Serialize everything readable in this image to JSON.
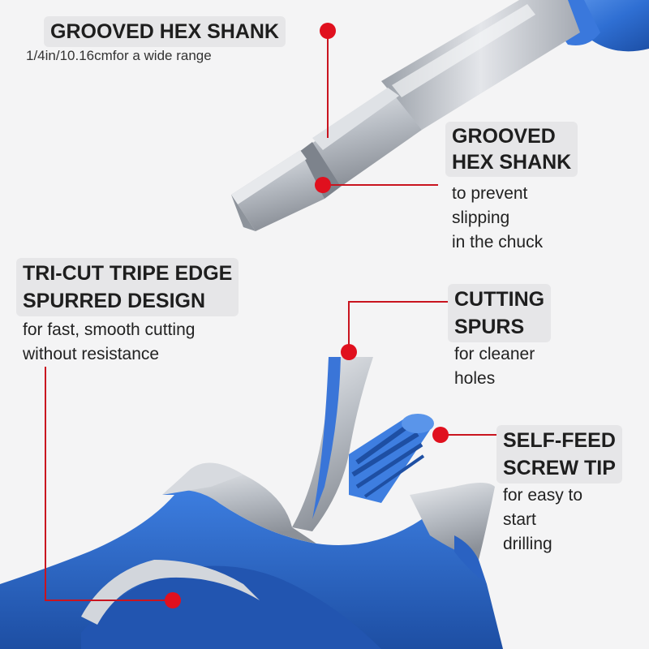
{
  "colors": {
    "background": "#f4f4f5",
    "label_bg": "#e6e6e8",
    "accent_red": "#e0101e",
    "bit_blue": "#2f6fd3",
    "steel": "#c8ccd2"
  },
  "callouts": {
    "hex_shank_top": {
      "title": "GROOVED HEX SHANK",
      "desc": "1/4in/10.16cmfor a wide range"
    },
    "hex_shank_side": {
      "title_lines": [
        "GROOVED",
        "HEX SHANK"
      ],
      "desc_lines": [
        "to prevent",
        "slipping",
        "in the chuck"
      ]
    },
    "tri_cut": {
      "title_lines": [
        "TRI-CUT TRIPE EDGE",
        "SPURRED DESIGN"
      ],
      "desc_lines": [
        "for fast, smooth cutting",
        "without resistance"
      ]
    },
    "cutting_spurs": {
      "title_lines": [
        "CUTTING",
        "SPURS"
      ],
      "desc_lines": [
        "for cleaner",
        "holes"
      ]
    },
    "screw_tip": {
      "title_lines": [
        "SELF-FEED",
        "SCREW TIP"
      ],
      "desc_lines": [
        "for easy to",
        "start",
        "drilling"
      ]
    }
  },
  "icons": [
    "drill-bit-image",
    "callout-dot-icon"
  ]
}
